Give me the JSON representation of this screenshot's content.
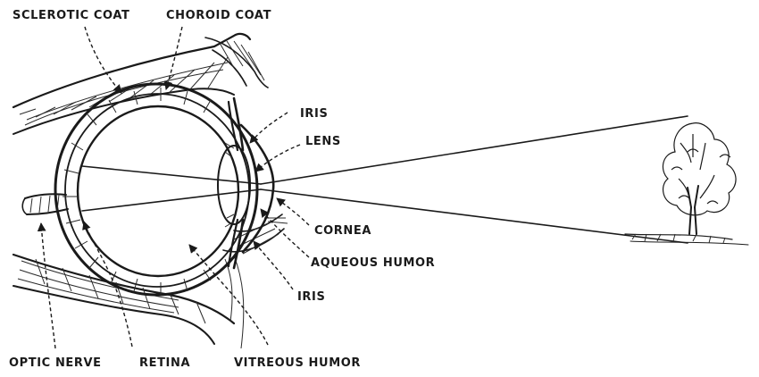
{
  "labels": {
    "sclerotic_coat": "SCLEROTIC COAT",
    "choroid_coat": "CHOROID COAT",
    "iris_top": "IRIS",
    "lens": "LENS",
    "cornea": "CORNEA",
    "aqueous_humor": "AQUEOUS HUMOR",
    "iris_bottom": "IRIS",
    "optic_nerve": "OPTIC NERVE",
    "retina": "RETINA",
    "vitreous_humor": "VITREOUS HUMOR"
  },
  "icons": {
    "eye": "eye-cross-section-icon",
    "tree": "tree-icon"
  },
  "colors": {
    "ink": "#1a1a1a",
    "paper": "#ffffff"
  }
}
